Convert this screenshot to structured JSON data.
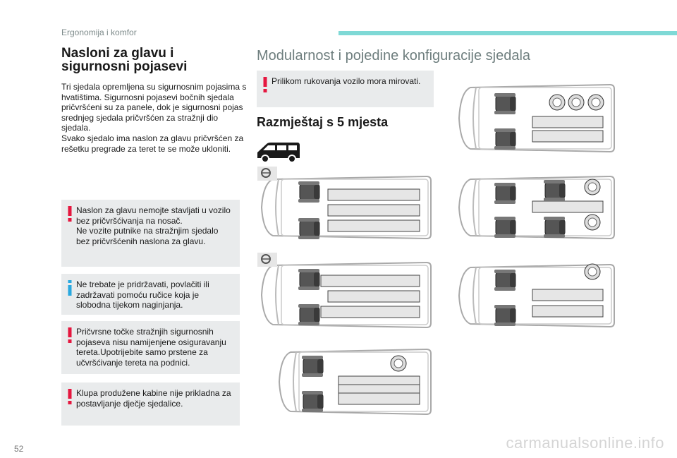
{
  "header": {
    "section": "Ergonomija i komfor"
  },
  "left": {
    "title": "Nasloni za glavu i sigurnosni pojasevi",
    "paragraphs": [
      "Tri sjedala opremljena su sigurnosnim pojasima s hvatištima. Sigurnosni pojasevi bočnih sjedala pričvršćeni su za panele, dok je sigurnosni pojas srednjeg sjedala pričvršćen za stražnji dio sjedala.",
      "Svako sjedalo ima naslon za glavu pričvršćen za rešetku pregrade za teret te se može ukloniti."
    ],
    "notes": [
      {
        "type": "warning",
        "lines": [
          "Naslon za glavu nemojte stavljati u vozilo bez pričvršćivanja na nosač.",
          "Ne vozite putnike na stražnjim sjedalo bez pričvršćenih naslona za glavu."
        ]
      },
      {
        "type": "info",
        "lines": [
          "Ne trebate je pridržavati, povlačiti ili zadržavati pomoću ručice koja je slobodna tijekom naginjanja."
        ]
      },
      {
        "type": "warning",
        "lines": [
          "Pričvrsne točke stražnjih sigurnosnih pojaseva nisu namijenjene osiguravanju tereta.Upotrijebite samo prstene za učvršćivanje tereta na podnici."
        ]
      },
      {
        "type": "warning",
        "lines": [
          "Klupa produžene kabine nije prikladna za postavljanje dječje sjedalice."
        ]
      }
    ]
  },
  "right": {
    "title": "Modularnost i pojedine konfiguracije sjedala",
    "warning": "Prilikom rukovanja vozilo mora mirovati.",
    "subtitle": "Razmještaj s 5 mjesta"
  },
  "colors": {
    "accent": "#7fd9d6",
    "warning": "#e5173f",
    "info": "#29a8df",
    "box": "#e9ebec"
  },
  "footer": {
    "page": "52",
    "watermark": "carmanualsonline.info"
  }
}
